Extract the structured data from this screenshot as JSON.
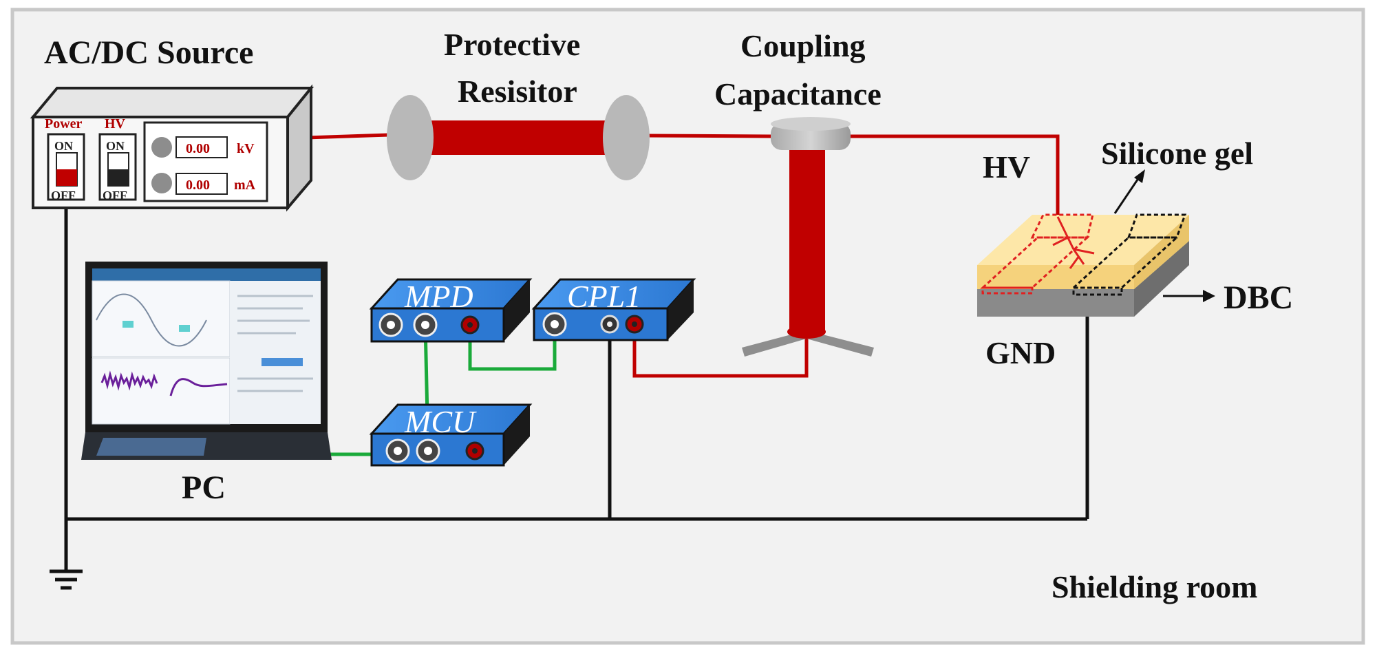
{
  "labels": {
    "source": "AC/DC Source",
    "resistor_line1": "Protective",
    "resistor_line2": "Resisitor",
    "capacitor_line1": "Coupling",
    "capacitor_line2": "Capacitance",
    "hv": "HV",
    "silicone": "Silicone gel",
    "dbc": "DBC",
    "gnd": "GND",
    "pc": "PC",
    "shielding": "Shielding room"
  },
  "source_panel": {
    "power_label": "Power",
    "hv_label": "HV",
    "on": "ON",
    "off": "OFF",
    "kv_value": "0.00",
    "kv_unit": "kV",
    "ma_value": "0.00",
    "ma_unit": "mA"
  },
  "devices": {
    "mpd": "MPD",
    "cpl": "CPL1",
    "mcu": "MCU"
  },
  "colors": {
    "hv_wire": "#c00000",
    "signal_wire": "#1aaa3a",
    "ground_wire": "#111111",
    "device_blue": "#2f7fd8",
    "gel": "#fde7a8",
    "dbc_base": "#8a8a8a"
  }
}
